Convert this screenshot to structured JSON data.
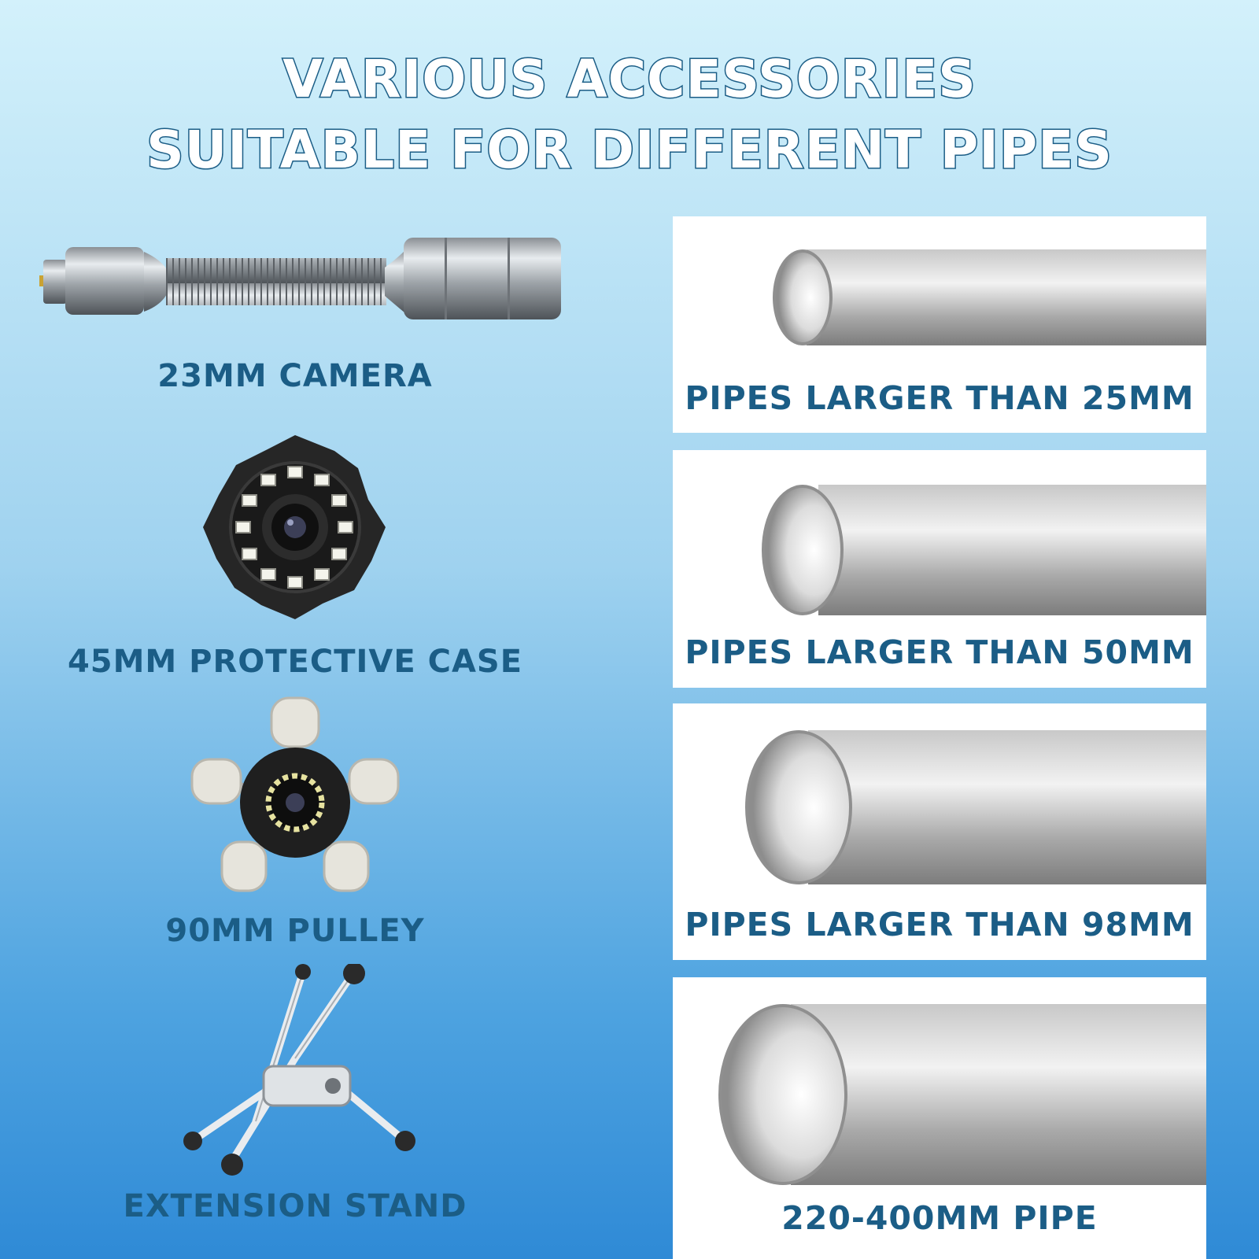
{
  "title": {
    "line1": "VARIOUS ACCESSORIES",
    "line2": "SUITABLE FOR DIFFERENT PIPES"
  },
  "accessories": [
    {
      "label": "23MM CAMERA",
      "icon": "camera-head-icon"
    },
    {
      "label": "45MM PROTECTIVE CASE",
      "icon": "protective-case-icon"
    },
    {
      "label": "90MM PULLEY",
      "icon": "pulley-icon"
    },
    {
      "label": "EXTENSION STAND",
      "icon": "extension-stand-icon"
    }
  ],
  "pipes": [
    {
      "label": "PIPES LARGER THAN 25MM"
    },
    {
      "label": "PIPES LARGER THAN 50MM"
    },
    {
      "label": "PIPES LARGER THAN 98MM"
    },
    {
      "label": "220-400MM PIPE"
    }
  ],
  "colors": {
    "title_outline": "#1b5d86",
    "label_text": "#1b5d86",
    "bg_top": "#d3f1fb",
    "bg_bottom": "#2f8ad6"
  }
}
